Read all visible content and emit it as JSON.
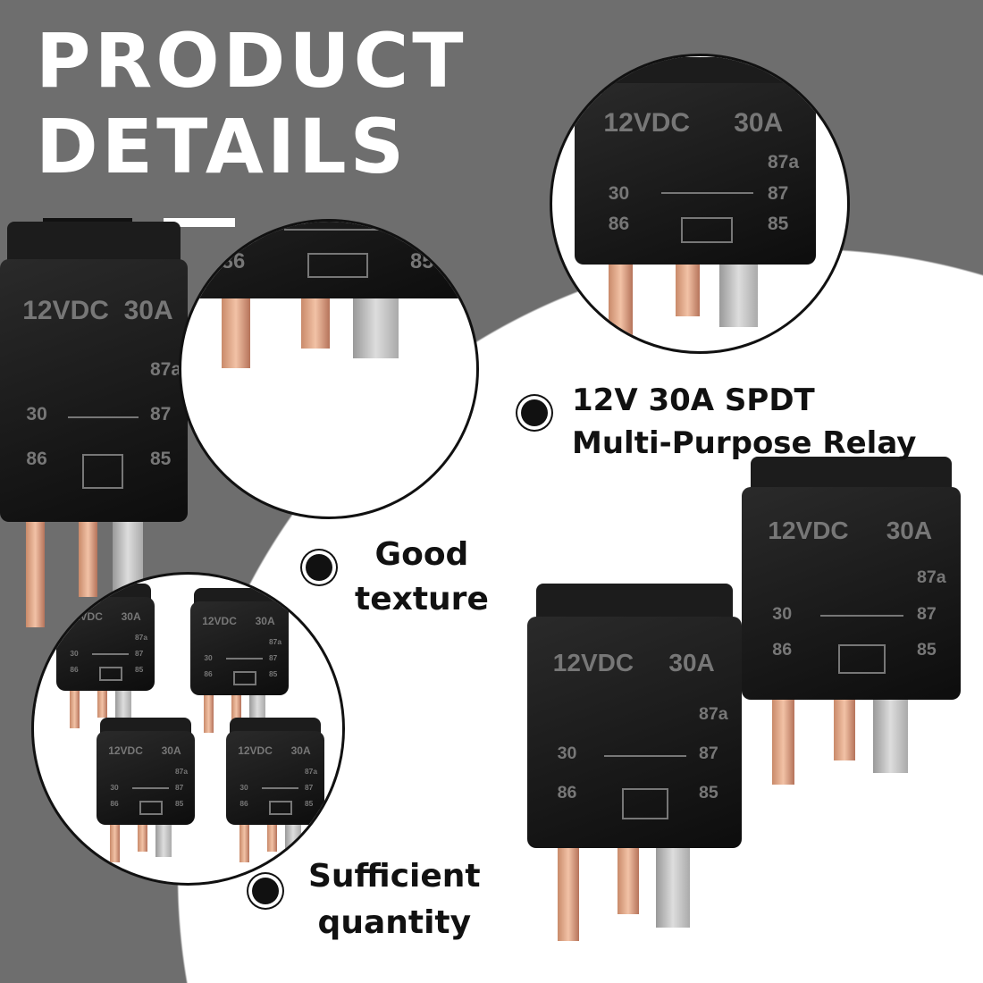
{
  "title": {
    "line1": "PRODUCT",
    "line2": "DETAILS"
  },
  "features": [
    {
      "line1": "12V 30A SPDT",
      "line2": "Multi-Purpose Relay"
    },
    {
      "line1": "Good",
      "line2": "texture"
    },
    {
      "line1": "Sufficient",
      "line2": "quantity"
    }
  ],
  "relay": {
    "voltage": "12VDC",
    "current": "30A",
    "pin_87a": "87a",
    "pin_87": "87",
    "pin_30": "30",
    "pin_86": "86",
    "pin_85": "85"
  },
  "colors": {
    "background": "#6e6e6e",
    "accent": "#111111",
    "copper": "#e0a080"
  }
}
